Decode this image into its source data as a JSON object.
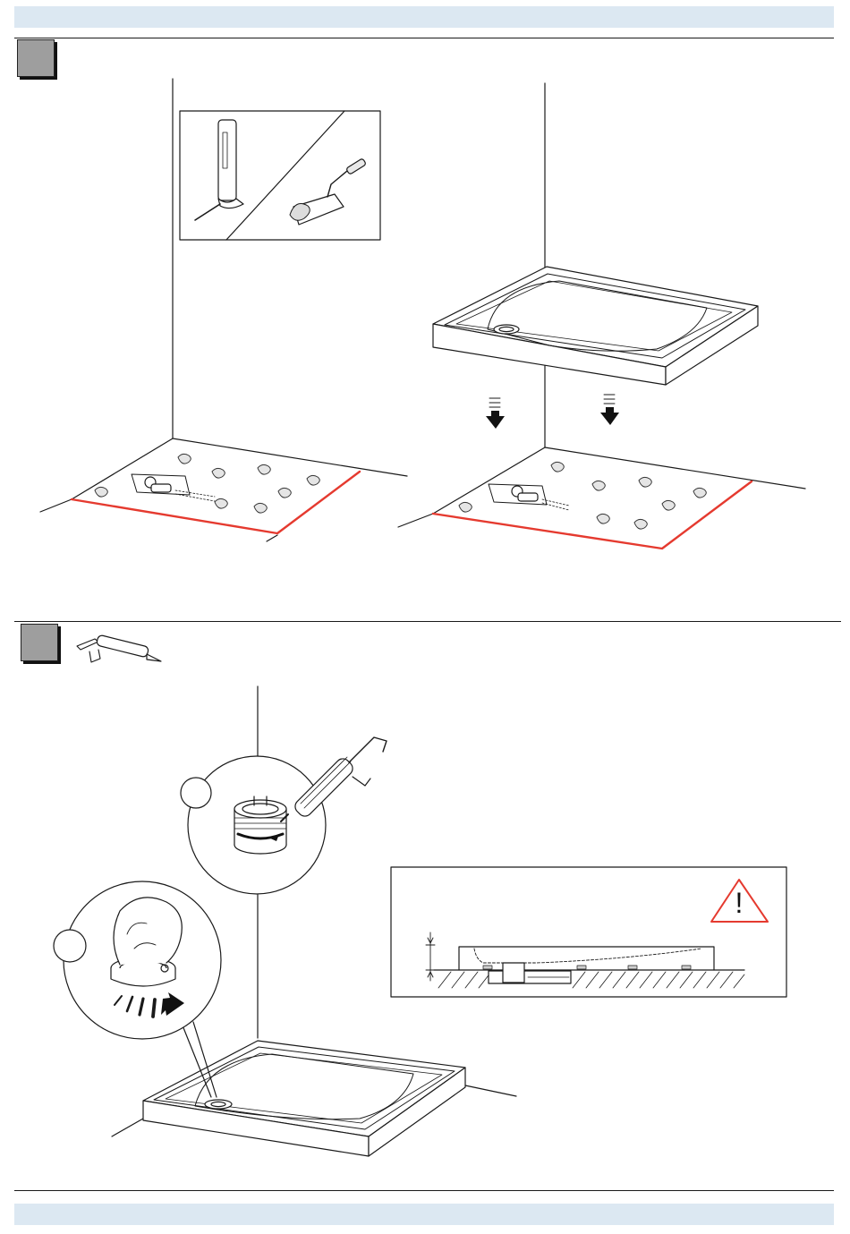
{
  "colors": {
    "header_band": "#dce8f2",
    "step_marker": "#9e9e9e",
    "floor_edge_highlight": "#e53a2f",
    "warning_triangle": "#e53a2f",
    "line_art": "#1a1a1a"
  },
  "steps": [
    {
      "marker": "step-1-marker",
      "panels": [
        "tile-adhesive-inset",
        "floor-adhesive-dabs",
        "tray-lowered-onto-adhesive"
      ]
    },
    {
      "marker": "step-2-marker",
      "tool_icon": "torque-wrench-icon",
      "panels": [
        "waste-tighten-detail-circle",
        "waste-cover-press-detail-circle",
        "tray-installed",
        "level-warning-section"
      ]
    }
  ],
  "warning": {
    "icon": "exclamation-triangle-icon",
    "glyph": "!"
  }
}
